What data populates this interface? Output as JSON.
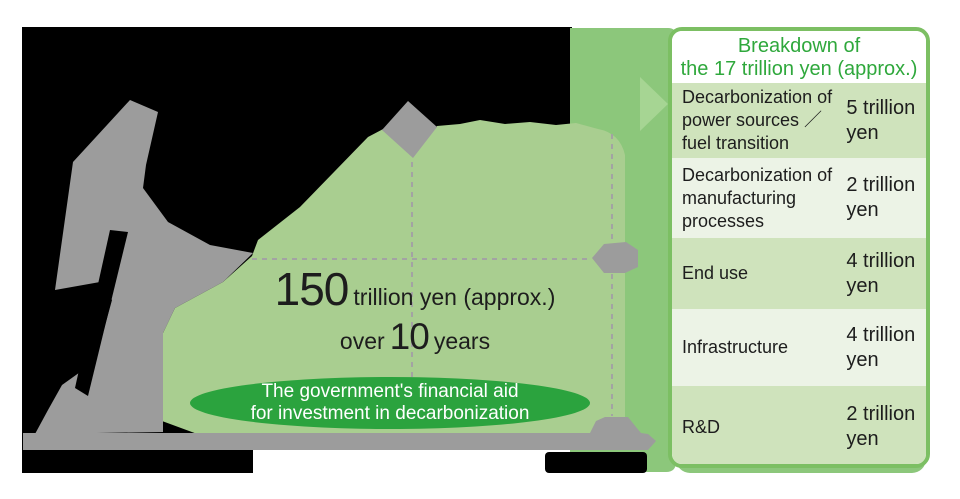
{
  "figure": {
    "main": {
      "amount_value": "150",
      "amount_unit": "trillion yen (approx.)",
      "duration_prefix": "over",
      "duration_value": "10",
      "duration_suffix": "years"
    },
    "badge": {
      "line1": "The government's financial aid",
      "line2": "for investment in decarbonization"
    }
  },
  "breakdown": {
    "title_line1": "Breakdown of",
    "title_line2": "the 17 trillion yen (approx.)",
    "rows": [
      {
        "label": "Decarbonization of power sources ／ fuel transition",
        "value": "5 trillion yen"
      },
      {
        "label": "Decarbonization of manufacturing processes",
        "value": "2 trillion yen"
      },
      {
        "label": "End use",
        "value": "4 trillion yen"
      },
      {
        "label": "Infrastructure",
        "value": "4 trillion yen"
      },
      {
        "label": "R&D",
        "value": "2 trillion yen"
      }
    ]
  },
  "colors": {
    "area_light_green": "#a9ce90",
    "band_medium_green": "#8cc77b",
    "badge_green": "#2ba33e",
    "title_green": "#2fa83c",
    "row_dark_green": "#cfe3bc",
    "row_light_green": "#ecf3e6",
    "panel_border_green": "#7cbf63",
    "gray_shape": "#9c9c9c",
    "black_shape": "#000000",
    "text_dark": "#1d1d1d"
  },
  "chart_data": {
    "type": "area",
    "title": "GX investment: 150 trillion yen (approx.) over 10 years",
    "total_investment": {
      "value": 150,
      "unit": "trillion yen (approx.)",
      "period_years": 10
    },
    "government_aid_note": "The government's financial aid for investment in decarbonization",
    "breakdown_total": {
      "value": 17,
      "unit": "trillion yen (approx.)"
    },
    "categories": [
      "Decarbonization of power sources / fuel transition",
      "Decarbonization of manufacturing processes",
      "End use",
      "Infrastructure",
      "R&D"
    ],
    "values_trillion_yen": [
      5,
      2,
      4,
      4,
      2
    ],
    "legend_position": "right-table",
    "grid": "dashed guide lines on green area"
  }
}
